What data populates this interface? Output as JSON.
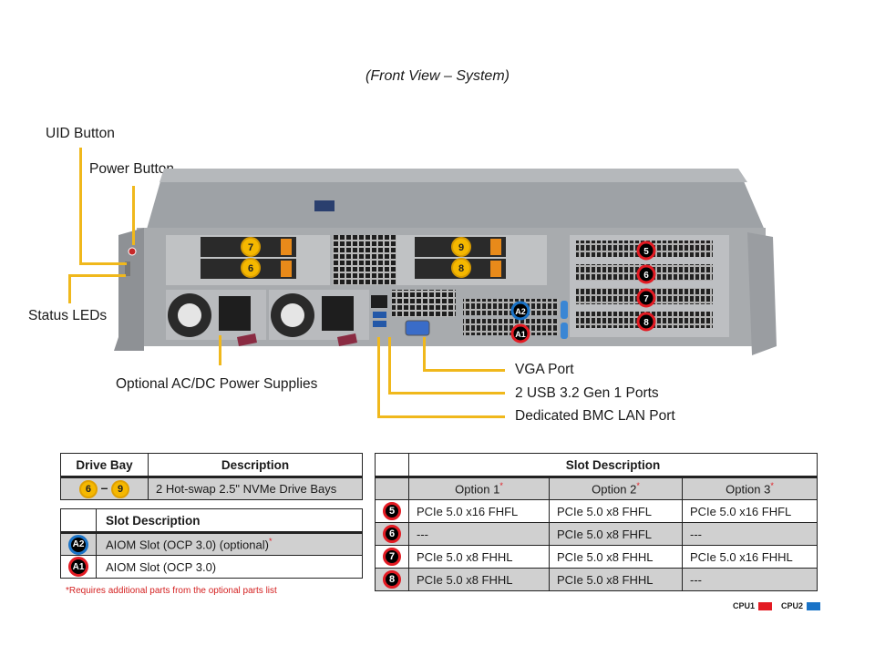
{
  "caption": "(Front View – System)",
  "callouts": {
    "uid_button": "UID Button",
    "power_button": "Power Button",
    "status_leds": "Status LEDs",
    "power_supplies": "Optional AC/DC Power Supplies",
    "vga_port": "VGA Port",
    "usb_ports": "2 USB 3.2 Gen 1 Ports",
    "bmc_lan": "Dedicated BMC LAN Port"
  },
  "chassis_badges": {
    "drive_bays": [
      "7",
      "6",
      "9",
      "8"
    ],
    "pcie_slots": [
      "5",
      "6",
      "7",
      "8"
    ],
    "aiom_slots": [
      "A2",
      "A1"
    ]
  },
  "drive_table": {
    "headers": [
      "Drive Bay",
      "Description"
    ],
    "row": {
      "from": "6",
      "sep": "–",
      "to": "9",
      "description": "2 Hot-swap 2.5\" NVMe Drive Bays"
    }
  },
  "aiom_table": {
    "header": "Slot Description",
    "rows": [
      {
        "badge": "A2",
        "cpu": "CPU2",
        "description": "AIOM Slot (OCP 3.0) (optional)",
        "asterisk": "*"
      },
      {
        "badge": "A1",
        "cpu": "CPU1",
        "description": "AIOM Slot (OCP 3.0)",
        "asterisk": ""
      }
    ]
  },
  "footnote": "*Requires additional parts from the optional parts list",
  "slot_table": {
    "header": "Slot Description",
    "options": [
      "Option 1",
      "Option 2",
      "Option 3"
    ],
    "option_asterisk": "*",
    "rows": [
      {
        "slot": "5",
        "values": [
          "PCIe 5.0 x16 FHFL",
          "PCIe 5.0 x8 FHFL",
          "PCIe 5.0 x16 FHFL"
        ]
      },
      {
        "slot": "6",
        "values": [
          "---",
          "PCIe 5.0 x8 FHFL",
          "---"
        ]
      },
      {
        "slot": "7",
        "values": [
          "PCIe 5.0 x8 FHHL",
          "PCIe 5.0 x8 FHHL",
          "PCIe 5.0 x16 FHHL"
        ]
      },
      {
        "slot": "8",
        "values": [
          "PCIe 5.0 x8 FHHL",
          "PCIe 5.0 x8 FHHL",
          "---"
        ]
      }
    ]
  },
  "legend": [
    {
      "label": "CPU1",
      "color": "#e31b23"
    },
    {
      "label": "CPU2",
      "color": "#1a73c7"
    }
  ]
}
